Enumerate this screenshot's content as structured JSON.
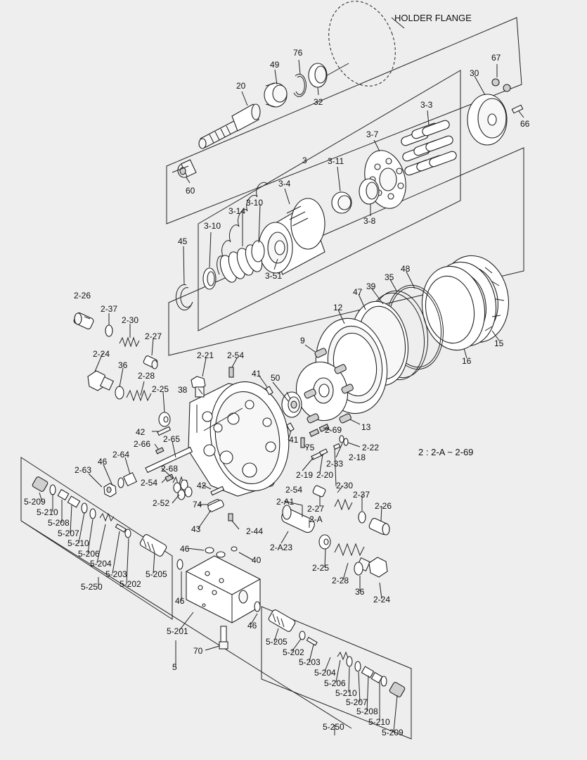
{
  "header": {
    "holder_flange": "HOLDER FLANGE"
  },
  "note": "2 : 2-A ~ 2-69",
  "labels": {
    "p20": "20",
    "p49": "49",
    "p76": "76",
    "p32": "32",
    "p30": "30",
    "p67": "67",
    "p66": "66",
    "p60": "60",
    "p3": "3",
    "p3_3": "3-3",
    "p3_7": "3-7",
    "p3_11": "3-11",
    "p3_8": "3-8",
    "p3_4": "3-4",
    "p3_10a": "3-10",
    "p3_14": "3-14",
    "p3_10b": "3-10",
    "p3_51": "3-51",
    "p45": "45",
    "p48": "48",
    "p35": "35",
    "p39": "39",
    "p47": "47",
    "p12": "12",
    "p15": "15",
    "p16": "16",
    "p9": "9",
    "p13": "13",
    "p2_26a": "2-26",
    "p2_37a": "2-37",
    "p2_30a": "2-30",
    "p2_27a": "2-27",
    "p2_24a": "2-24",
    "p36a": "36",
    "p2_28a": "2-28",
    "p2_25a": "2-25",
    "p2_21": "2-21",
    "p2_54a": "2-54",
    "p41a": "41",
    "p50": "50",
    "p38": "38",
    "p42a": "42",
    "p2_66": "2-66",
    "p2_65": "2-65",
    "p2_64": "2-64",
    "p46a": "46",
    "p2_63": "2-63",
    "p2_68": "2-68",
    "p2_54b": "2-54",
    "p42b": "42",
    "p2_52": "2-52",
    "p74": "74",
    "p2_54c": "2-54",
    "p41b": "41",
    "p75": "75",
    "p2_69": "2-69",
    "p2_22": "2-22",
    "p2_18": "2-18",
    "p2_33": "2-33",
    "p2_19": "2-19",
    "p2_20": "2-20",
    "p2_30b": "2-30",
    "p2_37b": "2-37",
    "p2_27b": "2-27",
    "p2_26b": "2-26",
    "p2_A1": "2-A1",
    "p2_A": "2-A",
    "p2_A23": "2-A23",
    "p2_44": "2-44",
    "p43": "43",
    "p2_25b": "2-25",
    "p2_28b": "2-28",
    "p36b": "36",
    "p2_24b": "2-24",
    "p40": "40",
    "p46b": "46",
    "p46c": "46",
    "p46d": "46",
    "p5_209a": "5-209",
    "p5_210a": "5-210",
    "p5_208a": "5-208",
    "p5_207a": "5-207",
    "p5_210b": "5-210",
    "p5_206a": "5-206",
    "p5_204a": "5-204",
    "p5_203a": "5-203",
    "p5_202a": "5-202",
    "p5_205a": "5-205",
    "p5_250a": "5-250",
    "p5_201": "5-201",
    "p70": "70",
    "p5": "5",
    "p5_205b": "5-205",
    "p5_202b": "5-202",
    "p5_203b": "5-203",
    "p5_204b": "5-204",
    "p5_206b": "5-206",
    "p5_210c": "5-210",
    "p5_207b": "5-207",
    "p5_208b": "5-208",
    "p5_210d": "5-210",
    "p5_209b": "5-209",
    "p5_250b": "5-250"
  },
  "colors": {
    "background": "#eeeeee",
    "ink": "#222222"
  }
}
